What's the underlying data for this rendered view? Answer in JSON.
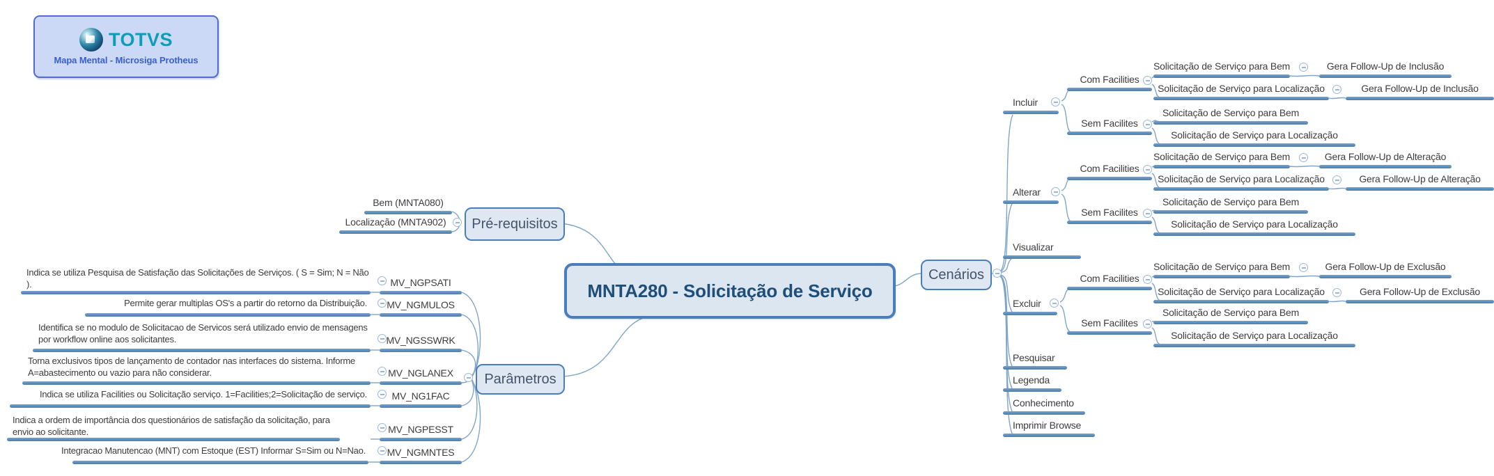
{
  "logo": {
    "brand": "TOTVS",
    "subtitle": "Mapa Mental - Microsiga Protheus"
  },
  "root": {
    "label": "MNTA280 - Solicitação de Serviço"
  },
  "colors": {
    "node_border": "#4a7ebb",
    "node_fill": "#dce6f1",
    "branch_bar": "#4c7dac",
    "connector": "#7fa5c9",
    "title_text": "#1f4e79",
    "brand_teal": "#0d9db5",
    "subtitle_blue": "#3a5ecf"
  },
  "prerequisites": {
    "label": "Pré-requisitos",
    "items": [
      {
        "label": "Bem (MNTA080)"
      },
      {
        "label": "Localização (MNTA902)"
      }
    ]
  },
  "parameters": {
    "label": "Parâmetros",
    "items": [
      {
        "desc": "Indica se utiliza Pesquisa de Satisfação das Solicitações de Serviços. ( S = Sim; N = Não ).",
        "code": "MV_NGPSATI"
      },
      {
        "desc": "Permite gerar multiplas OS's a partir do retorno da Distribuição.",
        "code": "MV_NGMULOS"
      },
      {
        "desc": "Identifica se no modulo de Solicitacao de Servicos será utilizado envio de mensagens por workflow online aos solicitantes.",
        "code": "MV_NGSSWRK"
      },
      {
        "desc": "Torna exclusivos tipos de lançamento de contador  nas interfaces do sistema. Informe A=abastecimento ou vazio para não considerar.",
        "code": "MV_NGLANEX"
      },
      {
        "desc": "Indica se utiliza Facilities ou Solicitação  serviço. 1=Facilities;2=Solicitação de serviço.",
        "code": "MV_NG1FAC"
      },
      {
        "desc": "Indica a ordem de importância dos questionários de satisfação da solicitação, para envio ao solicitante.",
        "code": "MV_NGPESST"
      },
      {
        "desc": "Integracao Manutencao (MNT) com Estoque (EST) Informar S=Sim ou N=Nao.",
        "code": "MV_NGMNTES"
      }
    ]
  },
  "scenarios": {
    "label": "Cenários",
    "incluir": {
      "label": "Incluir",
      "com": {
        "label": "Com Facilities",
        "bem": {
          "label": "Solicitação de Serviço para Bem",
          "followup": "Gera Follow-Up de Inclusão"
        },
        "loc": {
          "label": "Solicitação de Serviço para Localização",
          "followup": "Gera Follow-Up de Inclusão"
        }
      },
      "sem": {
        "label": "Sem Facilites",
        "bem": "Solicitação de Serviço para Bem",
        "loc": "Solicitação de Serviço para Localização"
      }
    },
    "alterar": {
      "label": "Alterar",
      "com": {
        "label": "Com Facilities",
        "bem": {
          "label": "Solicitação de Serviço para Bem",
          "followup": "Gera Follow-Up de Alteração"
        },
        "loc": {
          "label": "Solicitação de Serviço para Localização",
          "followup": "Gera Follow-Up de Alteração"
        }
      },
      "sem": {
        "label": "Sem Facilites",
        "bem": "Solicitação de Serviço para Bem",
        "loc": "Solicitação de Serviço para Localização"
      }
    },
    "visualizar": {
      "label": "Visualizar"
    },
    "excluir": {
      "label": "Excluir",
      "com": {
        "label": "Com Facilities",
        "bem": {
          "label": "Solicitação de Serviço para Bem",
          "followup": "Gera Follow-Up de Exclusão"
        },
        "loc": {
          "label": "Solicitação de Serviço para Localização",
          "followup": "Gera Follow-Up de Exclusão"
        }
      },
      "sem": {
        "label": "Sem Facilites",
        "bem": "Solicitação de Serviço para Bem",
        "loc": "Solicitação de Serviço para Localização"
      }
    },
    "pesquisar": {
      "label": "Pesquisar"
    },
    "legenda": {
      "label": "Legenda"
    },
    "conhecimento": {
      "label": "Conhecimento"
    },
    "imprimir": {
      "label": "Imprimir Browse"
    }
  }
}
